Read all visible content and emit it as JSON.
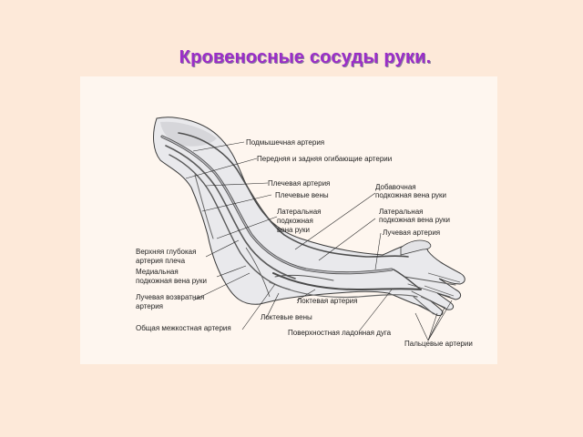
{
  "slide": {
    "title": "Кровеносные сосуды руки."
  },
  "colors": {
    "background": "#fde9d9",
    "panel": "#fef6ef",
    "title": "#9b2dc8"
  },
  "labels": {
    "axillary_artery": "Подмышечная артерия",
    "circumflex_arteries": "Передняя и задняя огибающие артерии",
    "brachial_artery": "Плечевая артерия",
    "brachial_veins": "Плечевые вены",
    "basilic_vein_1": "Добавочная",
    "basilic_vein_2": "подкожная вена руки",
    "cephalic_vein_1": "Латеральная",
    "cephalic_vein_2": "подкожная",
    "cephalic_vein_3": "вена руки",
    "lateral_vein_1": "Латеральная",
    "lateral_vein_2": "подкожная вена руки",
    "radial_artery": "Лучевая артерия",
    "deep_brachial_1": "Верхняя глубокая",
    "deep_brachial_2": "артерия плеча",
    "medial_vein_1": "Медиальная",
    "medial_vein_2": "подкожная вена руки",
    "radial_recurrent_1": "Лучевая возвратная",
    "radial_recurrent_2": "артерия",
    "ulnar_artery": "Локтевая артерия",
    "ulnar_veins": "Локтевые вены",
    "common_interosseous": "Общая межкостная артерия",
    "palmar_arch": "Поверхностная ладонная дуга",
    "digital_arteries": "Пальцевые артерии"
  }
}
